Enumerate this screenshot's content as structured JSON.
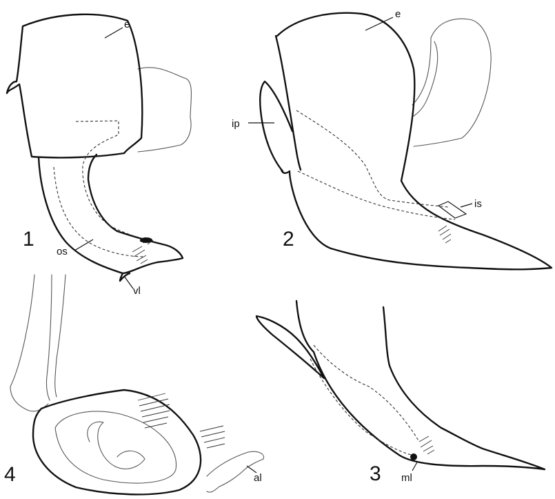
{
  "figures": {
    "fig1": {
      "number": "1",
      "labels": {
        "e": "e",
        "os": "os",
        "vl": "vl"
      }
    },
    "fig2": {
      "number": "2",
      "labels": {
        "e": "e",
        "ip": "ip",
        "is": "is"
      }
    },
    "fig3": {
      "number": "3",
      "labels": {
        "ml": "ml"
      }
    },
    "fig4": {
      "number": "4",
      "labels": {
        "al": "al"
      }
    }
  },
  "colors": {
    "ink": "#111111",
    "faint": "#555555",
    "background": "#ffffff"
  }
}
